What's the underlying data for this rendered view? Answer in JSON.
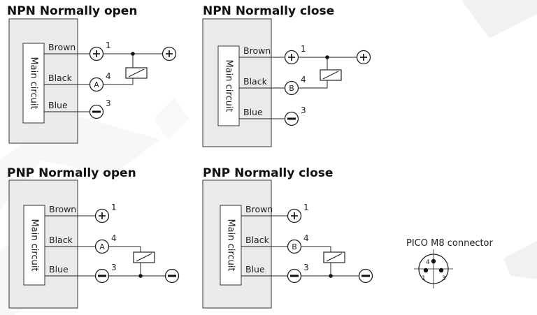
{
  "diagrams": [
    {
      "title": "NPN Normally open",
      "main": "Main circuit",
      "wires": [
        {
          "label": "Brown",
          "pin": "1",
          "sym": "plus"
        },
        {
          "label": "Black",
          "pin": "4",
          "sym": "A"
        },
        {
          "label": "Blue",
          "pin": "3",
          "sym": "minus"
        }
      ],
      "load_side": "positive",
      "supply_sym": "plus"
    },
    {
      "title": "NPN Normally close",
      "main": "Main circuit",
      "wires": [
        {
          "label": "Brown",
          "pin": "1",
          "sym": "plus"
        },
        {
          "label": "Black",
          "pin": "4",
          "sym": "B"
        },
        {
          "label": "Blue",
          "pin": "3",
          "sym": "minus"
        }
      ],
      "load_side": "positive",
      "supply_sym": "plus"
    },
    {
      "title": "PNP Normally open",
      "main": "Main circuit",
      "wires": [
        {
          "label": "Brown",
          "pin": "1",
          "sym": "plus"
        },
        {
          "label": "Black",
          "pin": "4",
          "sym": "A"
        },
        {
          "label": "Blue",
          "pin": "3",
          "sym": "minus"
        }
      ],
      "load_side": "negative",
      "supply_sym": "minus"
    },
    {
      "title": "PNP Normally close",
      "main": "Main circuit",
      "wires": [
        {
          "label": "Brown",
          "pin": "1",
          "sym": "plus"
        },
        {
          "label": "Black",
          "pin": "4",
          "sym": "B"
        },
        {
          "label": "Blue",
          "pin": "3",
          "sym": "minus"
        }
      ],
      "load_side": "negative",
      "supply_sym": "minus"
    }
  ],
  "connector": {
    "title": "PICO M8 connector",
    "pins": [
      "4",
      "1",
      "3"
    ]
  }
}
